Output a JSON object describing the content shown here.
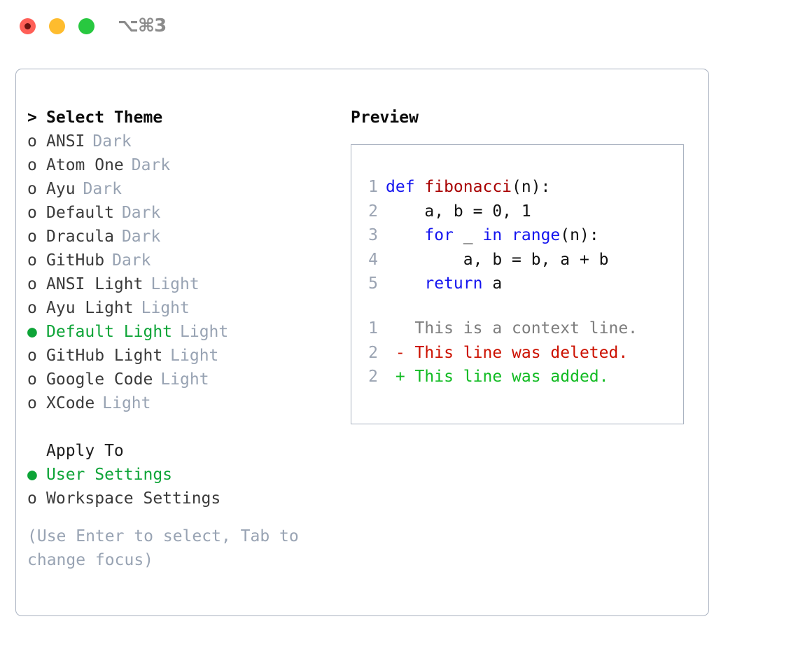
{
  "window": {
    "shortcut_label": "⌥⌘3",
    "traffic_lights": [
      "close",
      "minimize",
      "zoom"
    ]
  },
  "left": {
    "header": {
      "marker": ">",
      "label": "Select Theme"
    },
    "themes": [
      {
        "marker": "o",
        "name": "ANSI",
        "tag": "Dark",
        "selected": false
      },
      {
        "marker": "o",
        "name": "Atom One",
        "tag": "Dark",
        "selected": false
      },
      {
        "marker": "o",
        "name": "Ayu",
        "tag": "Dark",
        "selected": false
      },
      {
        "marker": "o",
        "name": "Default",
        "tag": "Dark",
        "selected": false
      },
      {
        "marker": "o",
        "name": "Dracula",
        "tag": "Dark",
        "selected": false
      },
      {
        "marker": "o",
        "name": "GitHub",
        "tag": "Dark",
        "selected": false
      },
      {
        "marker": "o",
        "name": "ANSI Light",
        "tag": "Light",
        "selected": false
      },
      {
        "marker": "o",
        "name": "Ayu Light",
        "tag": "Light",
        "selected": false
      },
      {
        "marker": "●",
        "name": "Default Light",
        "tag": "Light",
        "selected": true
      },
      {
        "marker": "o",
        "name": "GitHub Light",
        "tag": "Light",
        "selected": false
      },
      {
        "marker": "o",
        "name": "Google Code",
        "tag": "Light",
        "selected": false
      },
      {
        "marker": "o",
        "name": "XCode",
        "tag": "Light",
        "selected": false
      }
    ],
    "apply_to": {
      "label": "Apply To",
      "options": [
        {
          "marker": "●",
          "label": "User Settings",
          "selected": true
        },
        {
          "marker": "o",
          "label": "Workspace Settings",
          "selected": false
        }
      ]
    },
    "hint": "(Use Enter to select, Tab to change focus)"
  },
  "right": {
    "title": "Preview",
    "code": [
      {
        "no": "1",
        "tokens": [
          {
            "t": "def ",
            "c": "kw"
          },
          {
            "t": "fibonacci",
            "c": "fn"
          },
          {
            "t": "(n):",
            "c": "pl"
          }
        ]
      },
      {
        "no": "2",
        "tokens": [
          {
            "t": "    a, b = 0, 1",
            "c": "pl"
          }
        ]
      },
      {
        "no": "3",
        "tokens": [
          {
            "t": "    ",
            "c": "pl"
          },
          {
            "t": "for",
            "c": "kw"
          },
          {
            "t": " _ ",
            "c": "pl"
          },
          {
            "t": "in",
            "c": "kw"
          },
          {
            "t": " ",
            "c": "pl"
          },
          {
            "t": "range",
            "c": "kw"
          },
          {
            "t": "(n):",
            "c": "pl"
          }
        ]
      },
      {
        "no": "4",
        "tokens": [
          {
            "t": "        a, b = b, a + b",
            "c": "pl"
          }
        ]
      },
      {
        "no": "5",
        "tokens": [
          {
            "t": "    ",
            "c": "pl"
          },
          {
            "t": "return",
            "c": "kw"
          },
          {
            "t": " a",
            "c": "pl"
          }
        ]
      }
    ],
    "diff": [
      {
        "no": "1",
        "sign": " ",
        "text": "This is a context line.",
        "kind": "ctx"
      },
      {
        "no": "2",
        "sign": "-",
        "text": "This line was deleted.",
        "kind": "del"
      },
      {
        "no": "2",
        "sign": "+",
        "text": "This line was added.",
        "kind": "add"
      }
    ]
  },
  "colors": {
    "accent_green": "#0da437",
    "muted": "#98a3b3",
    "border": "#a9b2c0",
    "keyword_blue": "#1414ef",
    "function_red": "#a80000",
    "diff_delete": "#cc1100",
    "diff_add": "#11bb22",
    "light_red": "#ff5f57",
    "light_yellow": "#febc2e",
    "light_green": "#28c840"
  }
}
